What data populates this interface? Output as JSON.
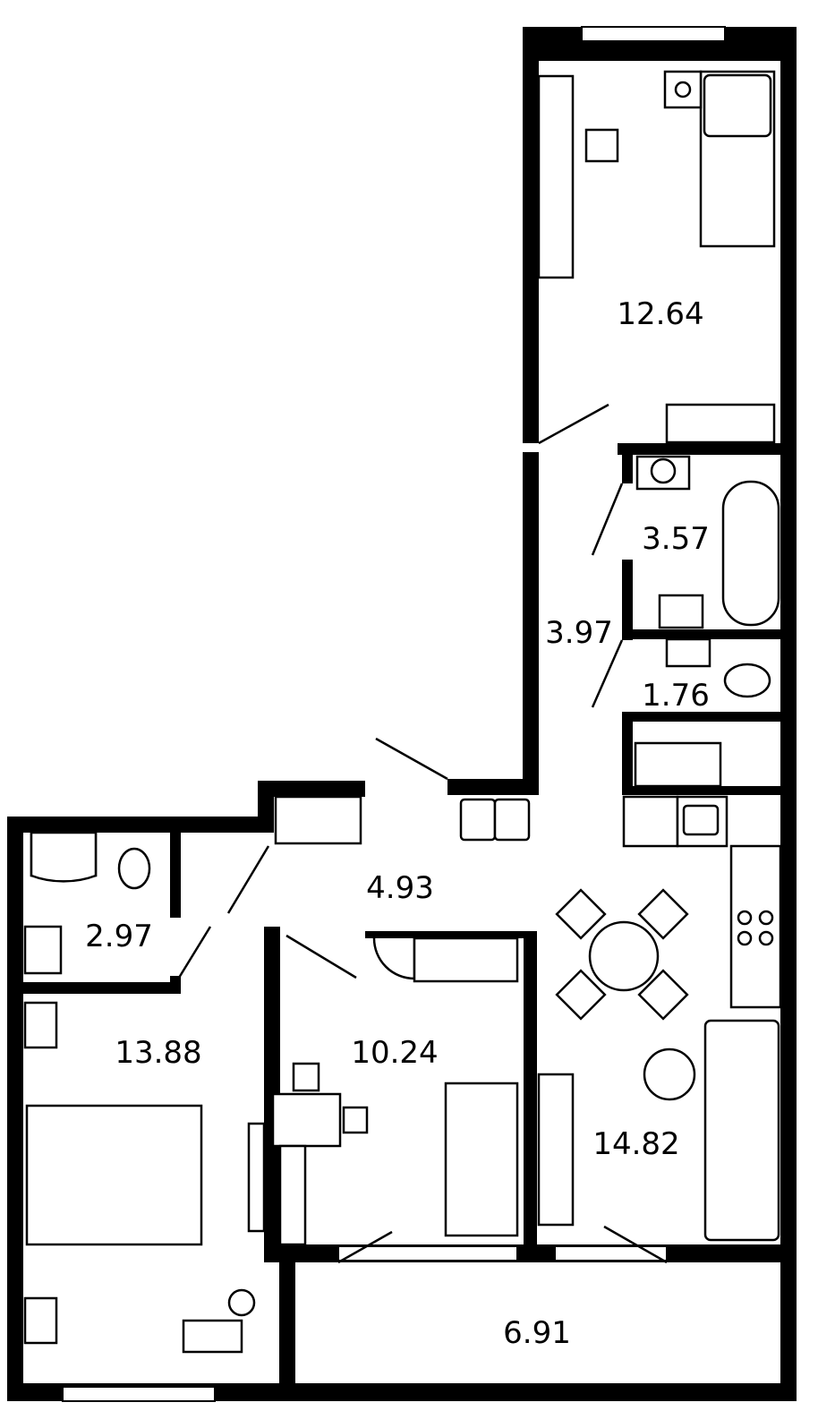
{
  "rooms": [
    {
      "name": "bedroom-top",
      "area": "12.64"
    },
    {
      "name": "bathroom",
      "area": "3.57"
    },
    {
      "name": "corridor-top",
      "area": "3.97"
    },
    {
      "name": "toilet",
      "area": "1.76"
    },
    {
      "name": "hall",
      "area": "4.93"
    },
    {
      "name": "bathroom-left",
      "area": "2.97"
    },
    {
      "name": "bedroom-left",
      "area": "13.88"
    },
    {
      "name": "bedroom-middle",
      "area": "10.24"
    },
    {
      "name": "kitchen-living",
      "area": "14.82"
    },
    {
      "name": "balcony",
      "area": "6.91"
    }
  ]
}
